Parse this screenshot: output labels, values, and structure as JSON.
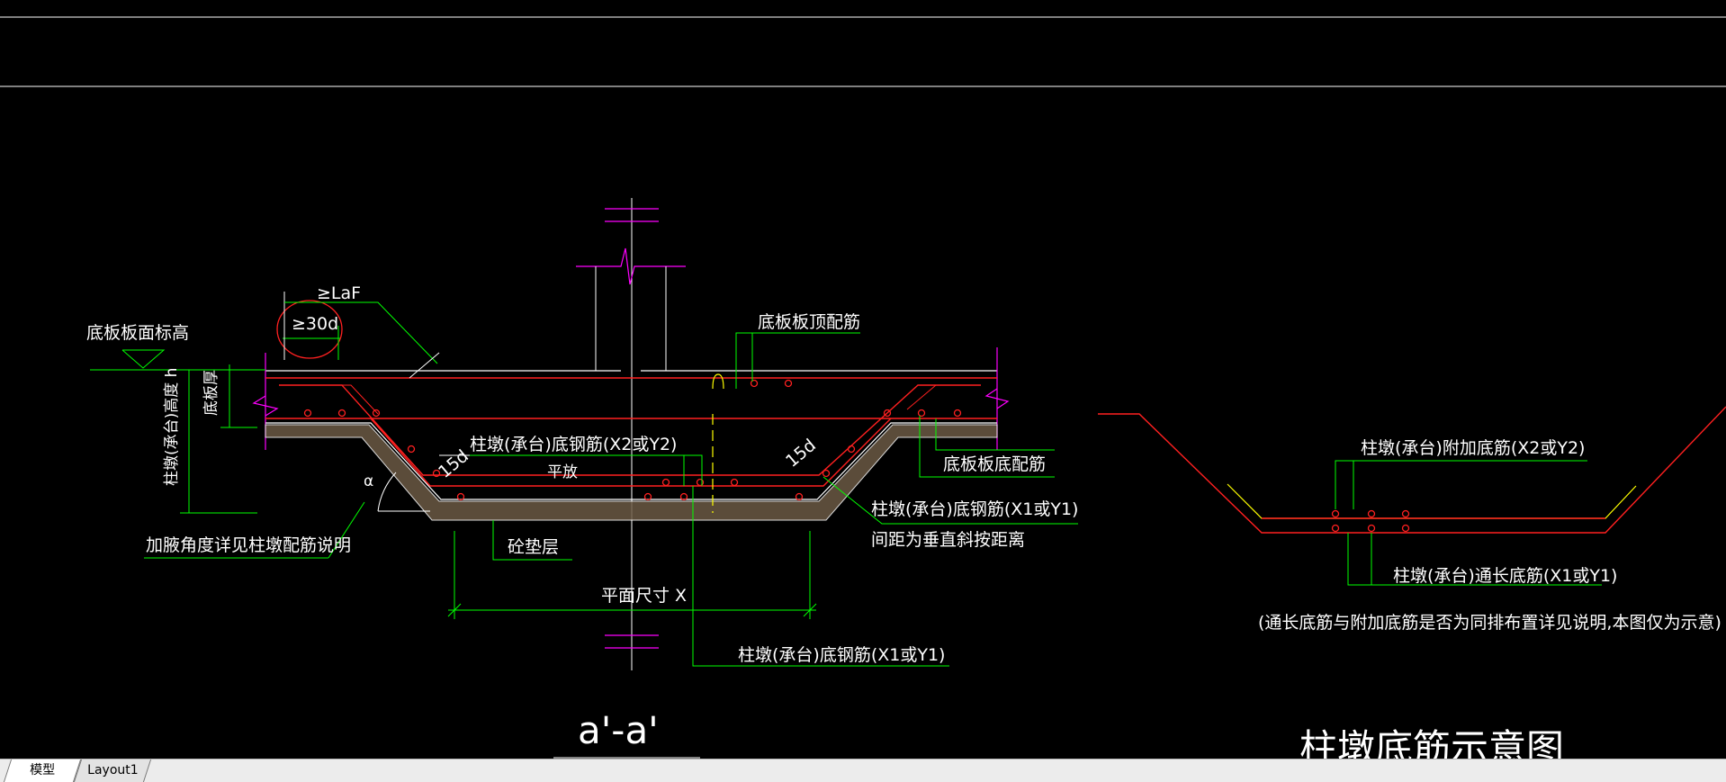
{
  "drawing": {
    "labels": {
      "slab_top_elev": "底板板面标高",
      "laf": "≥LaF",
      "d30": "≥30d",
      "slab_thickness": "底板厚",
      "pier_height": "柱墩(承台)高度 h",
      "slab_top_rebar": "底板板顶配筋",
      "pier_bottom_x2y2": "柱墩(承台)底钢筋(X2或Y2)",
      "flat": "平放",
      "d15_left": "15d",
      "d15_right": "15d",
      "slab_bottom_rebar": "底板板底配筋",
      "pier_bottom_x1y1": "柱墩(承台)底钢筋(X1或Y1)",
      "spacing_note": "间距为垂直斜按距离",
      "alpha": "α",
      "haunch_note": "加腋角度详见柱墩配筋说明",
      "cushion": "砼垫层",
      "plan_size": "平面尺寸 X",
      "pier_bottom_x1y1_2": "柱墩(承台)底钢筋(X1或Y1)",
      "section_title": "a'-a'",
      "r_additional": "柱墩(承台)附加底筋(X2或Y2)",
      "r_through": "柱墩(承台)通长底筋(X1或Y1)",
      "r_note": "(通长底筋与附加底筋是否为同排布置详见说明,本图仅为示意)",
      "r_title": "柱墩底筋示意图"
    }
  },
  "tabs": {
    "model": "模型",
    "layout1": "Layout1"
  },
  "colors": {
    "background": "#000000",
    "rebar_red": "#ff2020",
    "leader_green": "#00ff00",
    "magenta": "#ff00ff",
    "white": "#ffffff",
    "yellow": "#ffff00"
  }
}
